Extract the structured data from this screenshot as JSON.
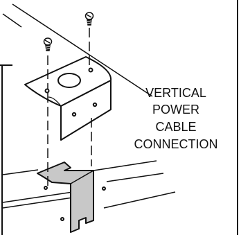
{
  "diagram": {
    "caption_lines": [
      "VERTICAL",
      "POWER",
      "CABLE",
      "CONNECTION"
    ],
    "colors": {
      "line": "#111111",
      "bracket_fill": "#ffffff",
      "lower_bracket_fill": "#c8c8c8",
      "background": "#ffffff"
    },
    "icons": [
      "screw-icon"
    ]
  }
}
